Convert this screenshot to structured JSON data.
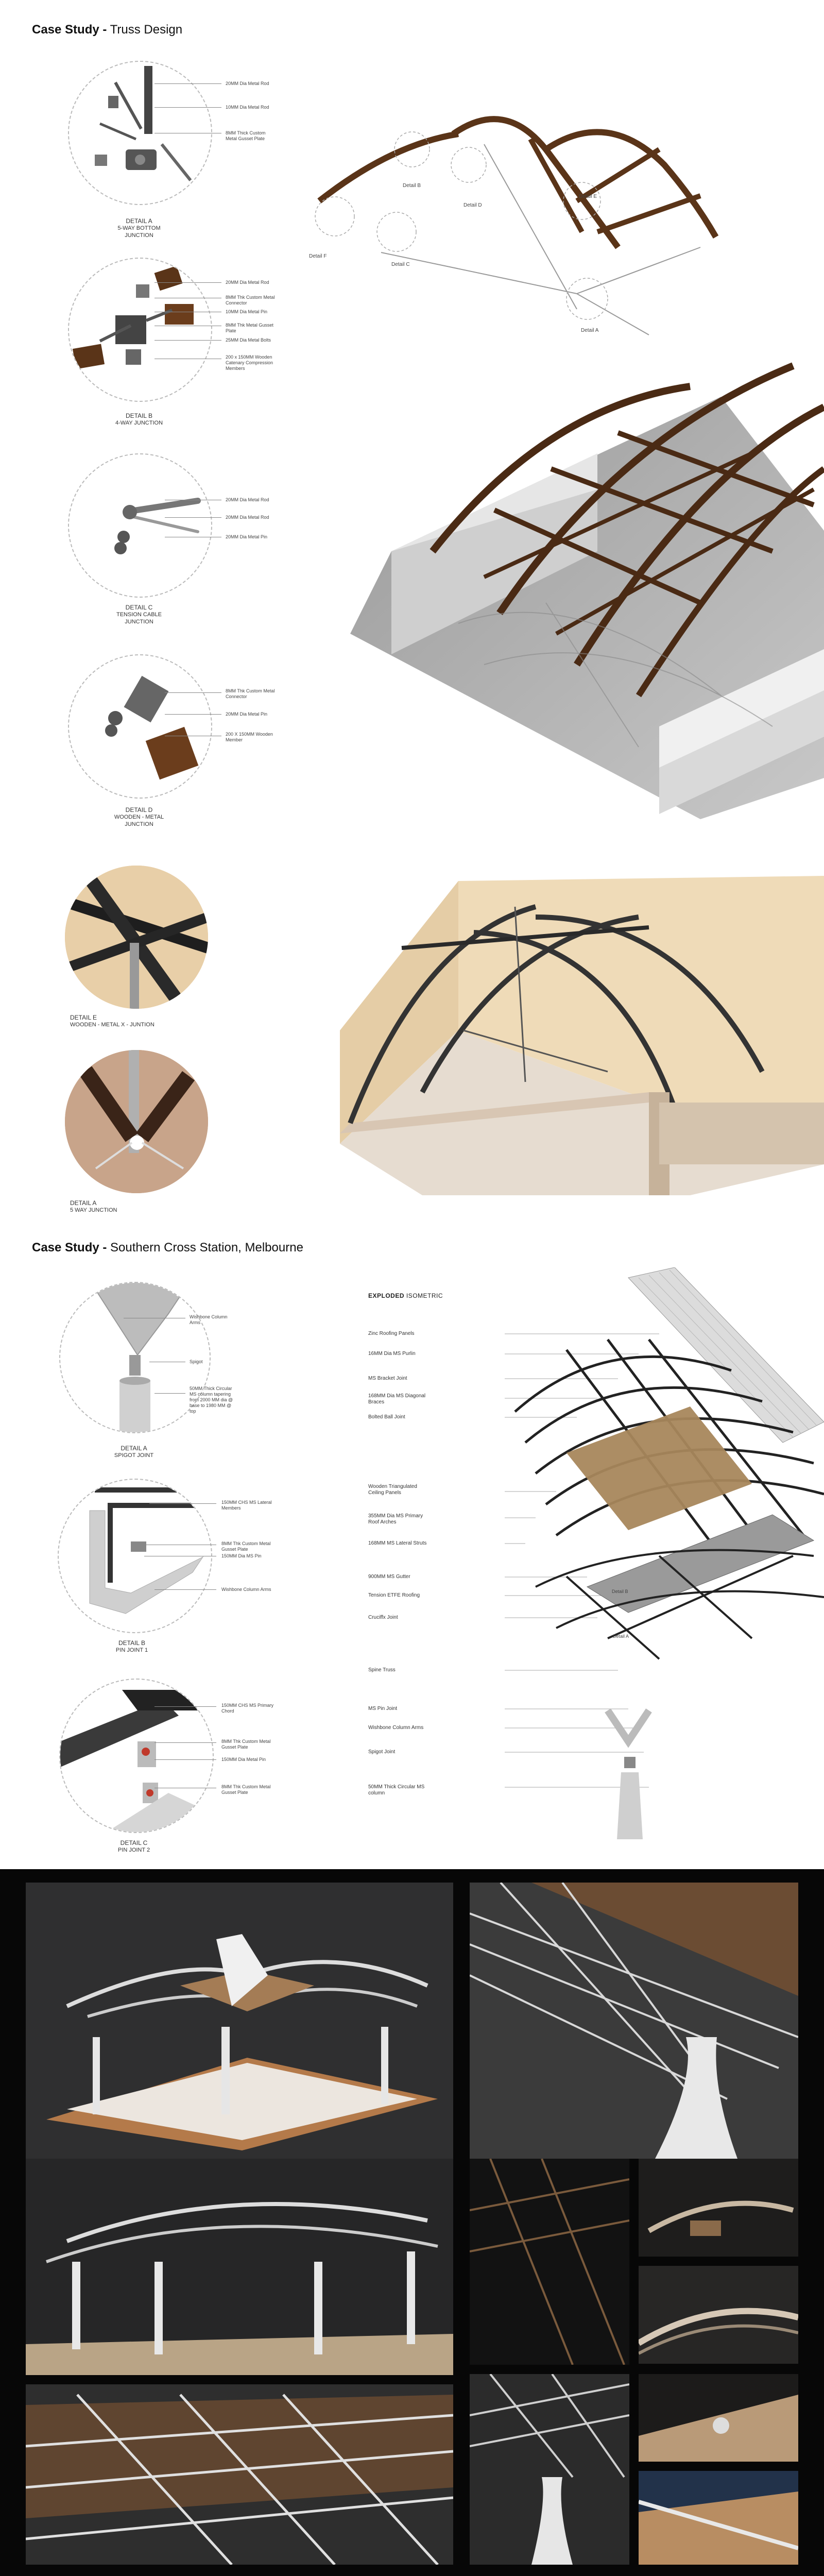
{
  "case1": {
    "title_bold": "Case Study -",
    "title_rest": " Truss Design",
    "details": [
      {
        "name": "DETAIL A",
        "caption1": "5-WAY BOTTOM",
        "caption2": "JUNCTION",
        "callouts": [
          "20MM Dia Metal Rod",
          "10MM Dia Metal Rod",
          "8MM Thick Custom\nMetal Gusset Plate"
        ]
      },
      {
        "name": "DETAIL B",
        "caption1": "4-WAY JUNCTION",
        "caption2": "",
        "callouts": [
          "20MM Dia Metal Rod",
          "8MM Thk Custom Metal\nConnector",
          "10MM Dia Metal Pin",
          "8MM Thk Metal Gusset\nPlate",
          "25MM Dia Metal Bolts",
          "200 x 150MM Wooden\nCatenary Compression\nMembers"
        ]
      },
      {
        "name": "DETAIL C",
        "caption1": "TENSION CABLE",
        "caption2": "JUNCTION",
        "callouts": [
          "20MM Dia Metal Rod",
          "20MM Dia Metal Rod",
          "20MM Dia Metal Pin"
        ]
      },
      {
        "name": "DETAIL D",
        "caption1": "WOODEN - METAL",
        "caption2": "JUNCTION",
        "callouts": [
          "8MM Thk Custom Metal\nConnector",
          "20MM Dia Metal Pin",
          "200 X 150MM Wooden\nMember"
        ]
      }
    ],
    "iso_labels": [
      "Detail F",
      "Detail C",
      "Detail B",
      "Detail D",
      "Detail E",
      "Detail A"
    ],
    "photo_details": [
      {
        "name": "DETAIL E",
        "caption": "WOODEN - METAL X - JUNTION"
      },
      {
        "name": "DETAIL A",
        "caption": "5 WAY JUNCTION"
      }
    ]
  },
  "case2": {
    "title_bold": "Case Study -",
    "title_rest": " Southern Cross Station, Melbourne",
    "details": [
      {
        "name": "DETAIL A",
        "caption": "SPIGOT JOINT",
        "callouts": [
          "Wishbone Column\nArms",
          "Spigot",
          "50MM Thick Circular\nMS column tapering\nfrom 2000 MM dia @\nbase to 1980 MM @\ntop"
        ]
      },
      {
        "name": "DETAIL B",
        "caption": "PIN JOINT 1",
        "callouts": [
          "150MM CHS MS Lateral\nMembers",
          "8MM Thk Custom Metal\nGusset Plate",
          "150MM Dia MS Pin",
          "Wishbone Column Arms"
        ]
      },
      {
        "name": "DETAIL C",
        "caption": "PIN JOINT 2",
        "callouts": [
          "150MM CHS MS Primary\nChord",
          "8MM Thk Custom Metal\nGusset Plate",
          "150MM Dia Metal Pin",
          "8MM Thk Custom Metal\nGusset Plate"
        ]
      }
    ],
    "exploded_title_bold": "EXPLODED",
    "exploded_title_rest": " ISOMETRIC",
    "exploded_labels": [
      "Zinc Roofing Panels",
      "16MM Dia MS Purlin",
      "MS Bracket Joint",
      "168MM Dia MS Diagonal\nBraces",
      "Bolted Ball Joint",
      "Wooden Triangulated\nCeiling Panels",
      "355MM Dia MS Primary\nRoof Arches",
      "168MM MS Lateral Struts",
      "900MM MS Gutter",
      "Tension ETFE Roofing",
      "Cruciffx Joint",
      "Spine Truss",
      "MS Pin Joint",
      "Wishbone Column Arms",
      "Spigot Joint",
      "50MM Thick Circular MS\ncolumn"
    ],
    "model_labels": [
      "Detail B",
      "Detail A"
    ]
  },
  "colors": {
    "wood": "#5a3418",
    "steel": "#2a2a2a",
    "wall": "#d8d8d8",
    "accent": "#c0392b"
  }
}
